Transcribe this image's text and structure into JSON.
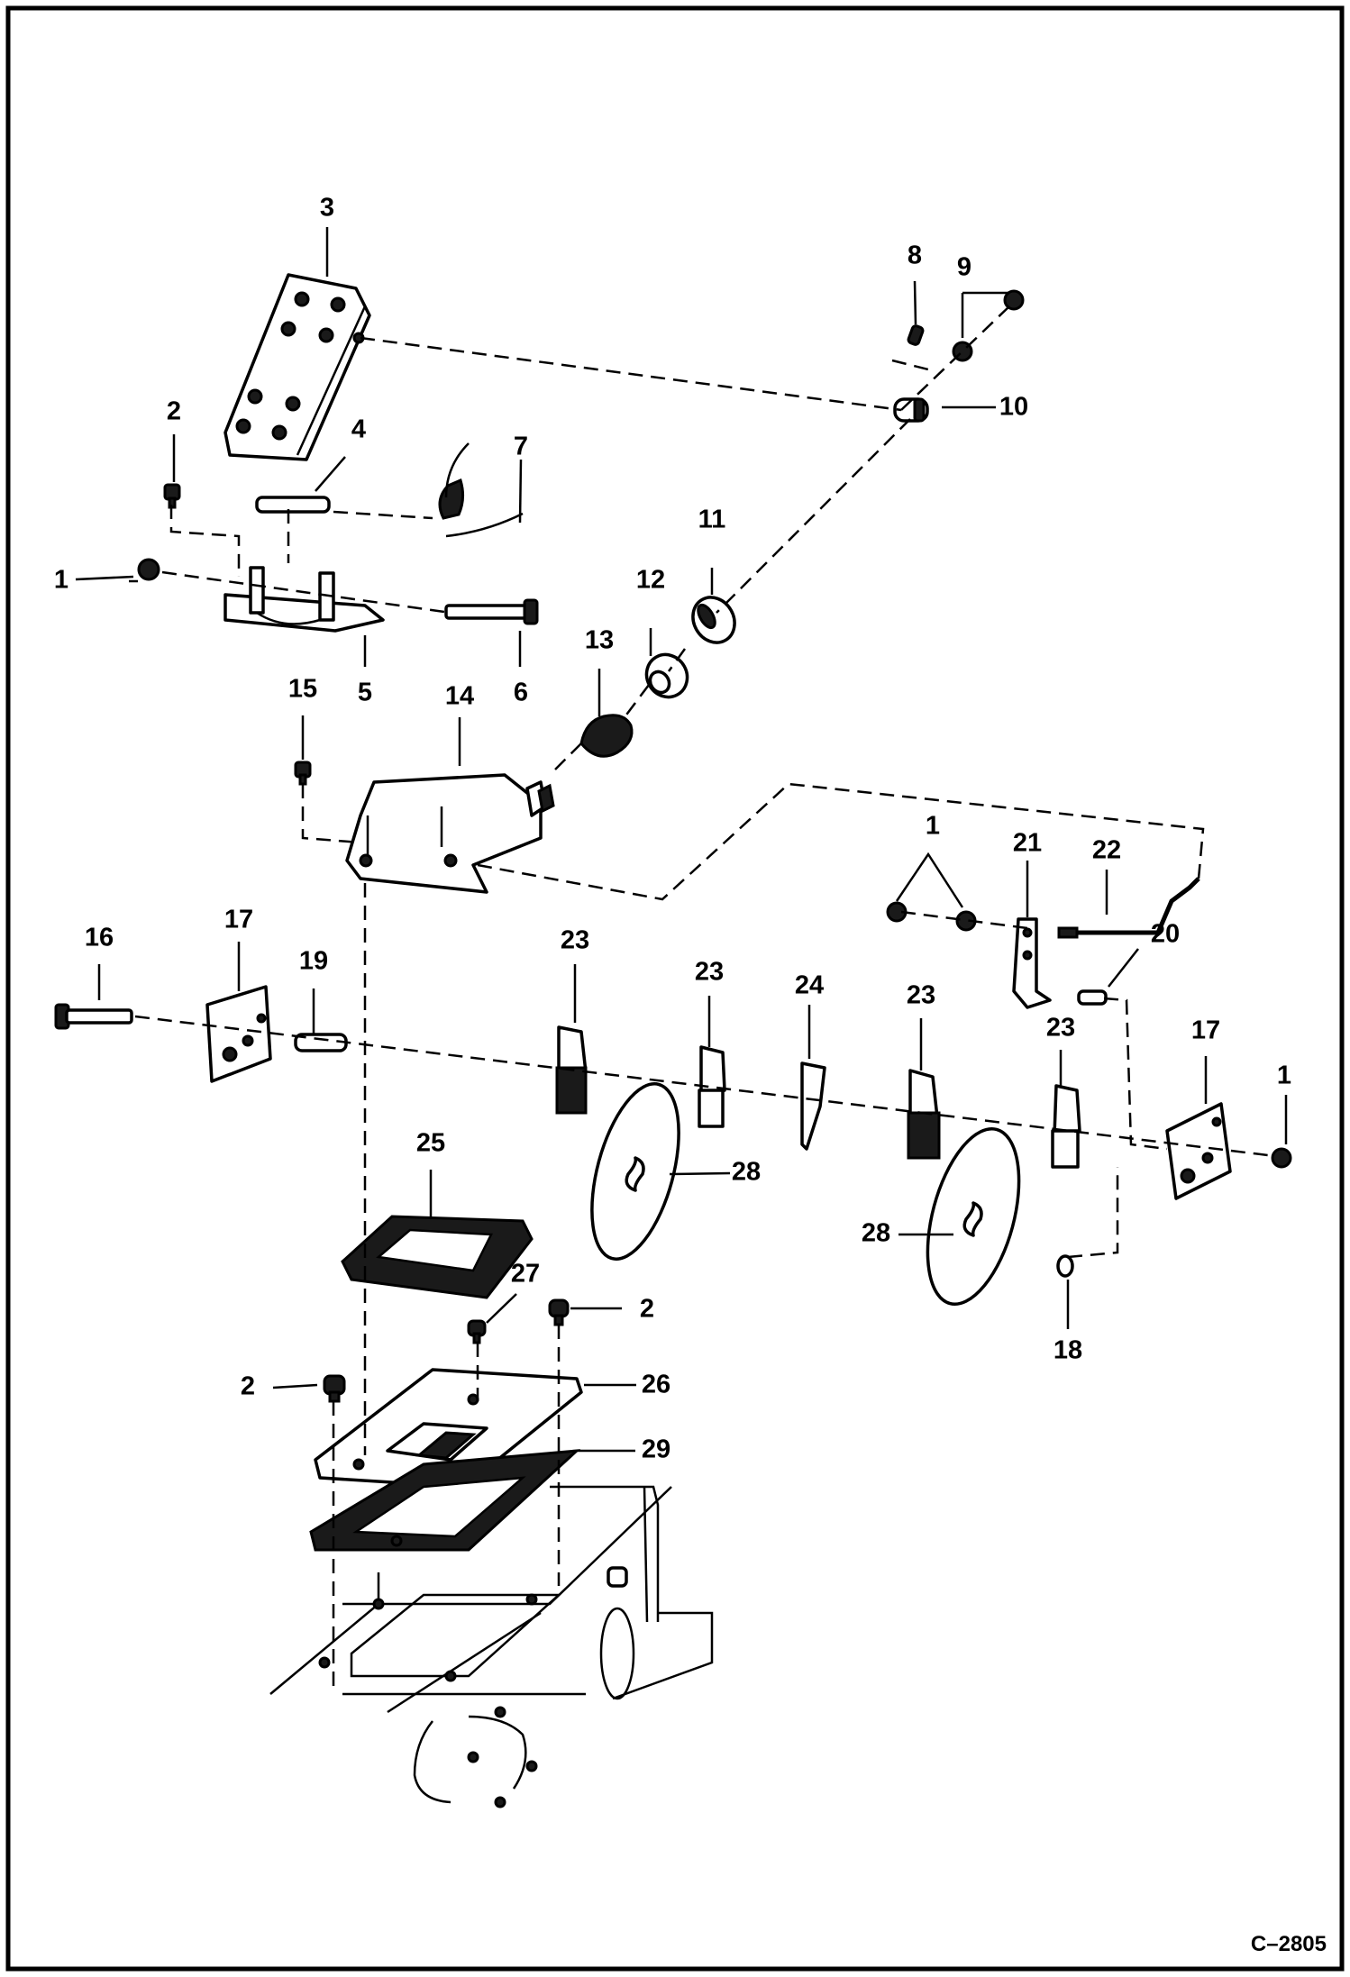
{
  "drawing_code": "C–2805",
  "callouts": [
    {
      "id": "c1a",
      "text": "1"
    },
    {
      "id": "c1b",
      "text": "1"
    },
    {
      "id": "c1c",
      "text": "1"
    },
    {
      "id": "c2a",
      "text": "2"
    },
    {
      "id": "c2b",
      "text": "2"
    },
    {
      "id": "c2c",
      "text": "2"
    },
    {
      "id": "c3",
      "text": "3"
    },
    {
      "id": "c4",
      "text": "4"
    },
    {
      "id": "c5",
      "text": "5"
    },
    {
      "id": "c6",
      "text": "6"
    },
    {
      "id": "c7",
      "text": "7"
    },
    {
      "id": "c8",
      "text": "8"
    },
    {
      "id": "c9",
      "text": "9"
    },
    {
      "id": "c10",
      "text": "10"
    },
    {
      "id": "c11",
      "text": "11"
    },
    {
      "id": "c12",
      "text": "12"
    },
    {
      "id": "c13",
      "text": "13"
    },
    {
      "id": "c14",
      "text": "14"
    },
    {
      "id": "c15",
      "text": "15"
    },
    {
      "id": "c16",
      "text": "16"
    },
    {
      "id": "c17a",
      "text": "17"
    },
    {
      "id": "c17b",
      "text": "17"
    },
    {
      "id": "c18",
      "text": "18"
    },
    {
      "id": "c19",
      "text": "19"
    },
    {
      "id": "c20",
      "text": "20"
    },
    {
      "id": "c21",
      "text": "21"
    },
    {
      "id": "c22",
      "text": "22"
    },
    {
      "id": "c23a",
      "text": "23"
    },
    {
      "id": "c23b",
      "text": "23"
    },
    {
      "id": "c23c",
      "text": "23"
    },
    {
      "id": "c23d",
      "text": "23"
    },
    {
      "id": "c24",
      "text": "24"
    },
    {
      "id": "c25",
      "text": "25"
    },
    {
      "id": "c26",
      "text": "26"
    },
    {
      "id": "c27",
      "text": "27"
    },
    {
      "id": "c28a",
      "text": "28"
    },
    {
      "id": "c28b",
      "text": "28"
    },
    {
      "id": "c29",
      "text": "29"
    }
  ]
}
